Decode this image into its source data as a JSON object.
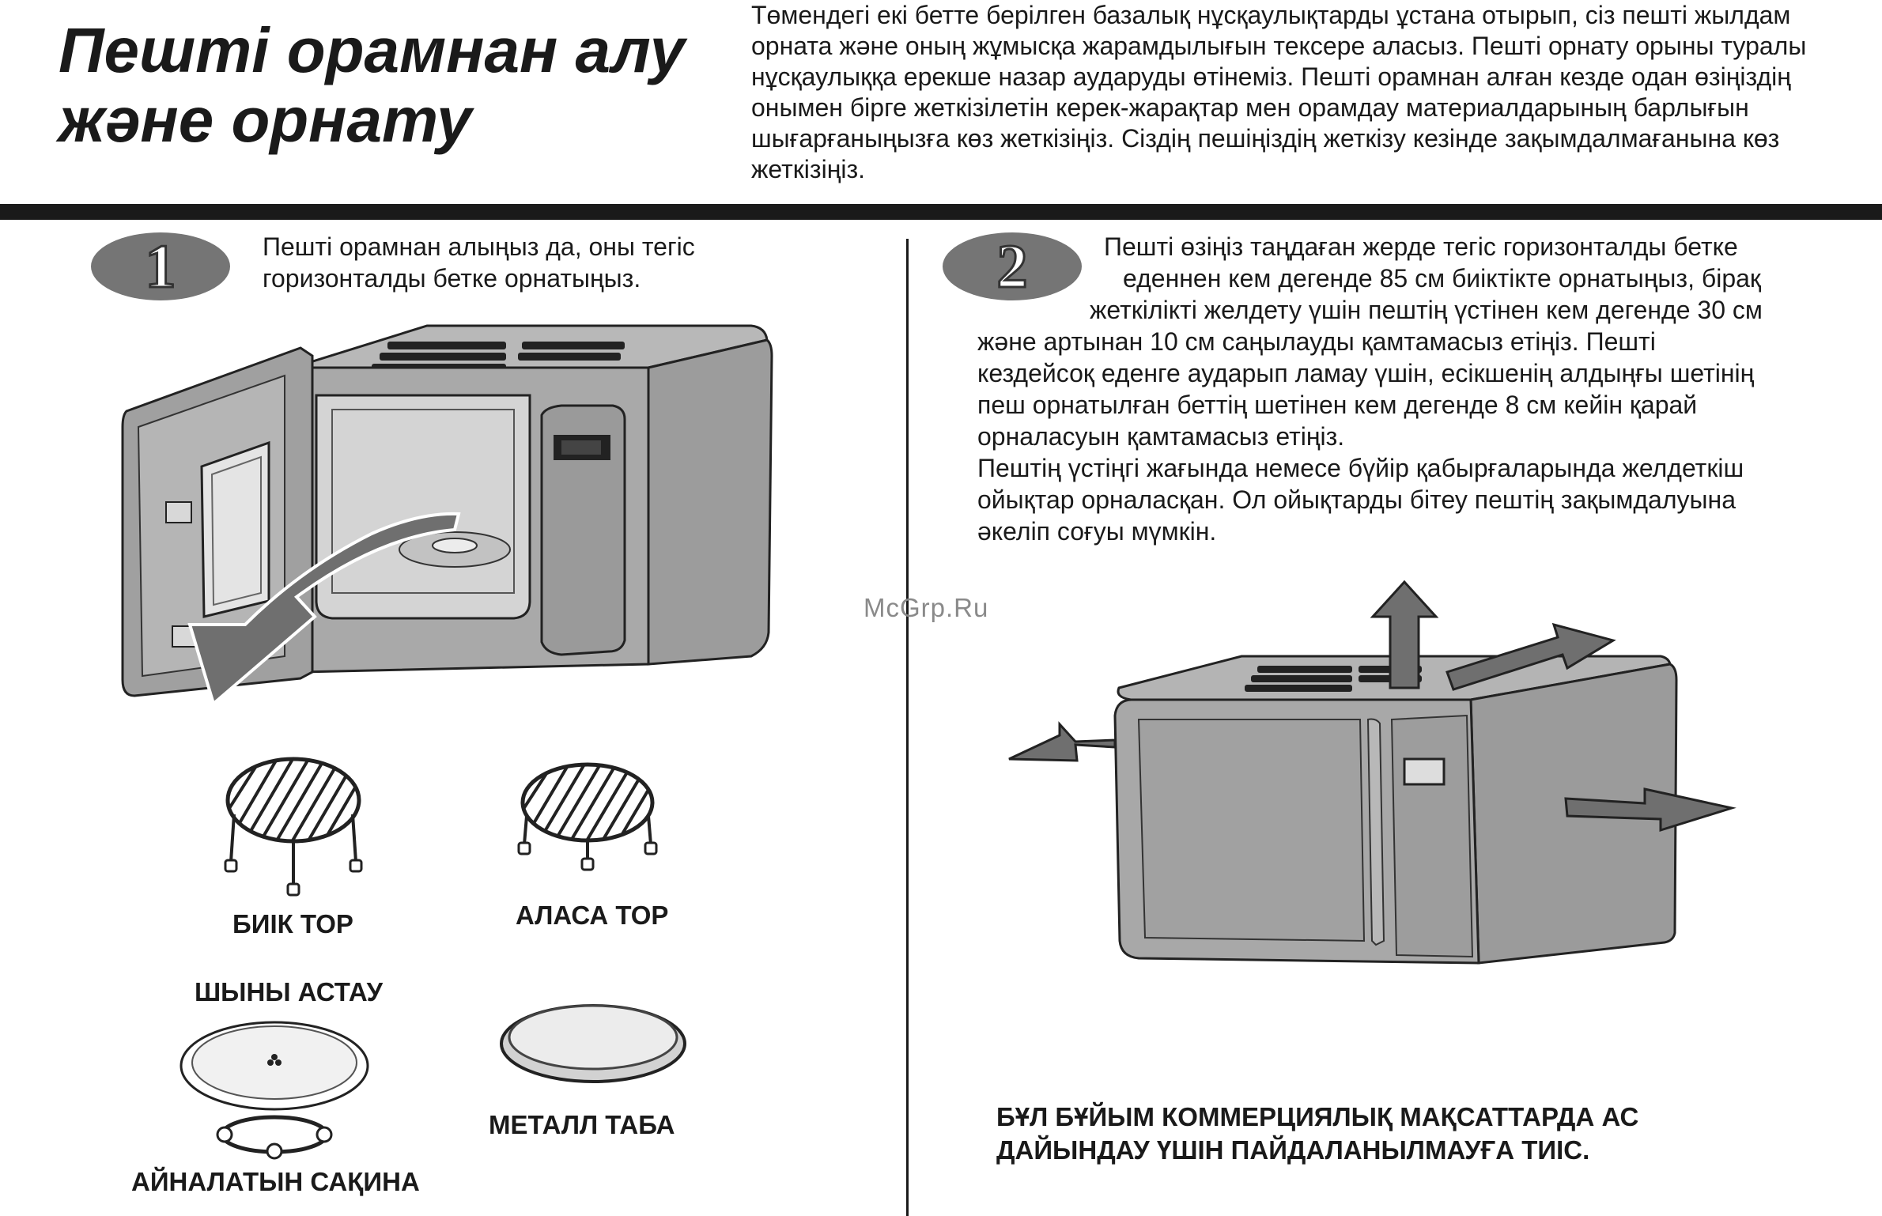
{
  "page": {
    "title_lines": [
      "Пешті орамнан алу",
      "және орнату"
    ],
    "intro": "Төмендегі екі бетте берілген базалық нұсқаулықтарды ұстана отырып, сіз пешті жылдам орната және оның жұмысқа жарамдылығын тексере аласыз. Пешті орнату орыны туралы нұсқаулыққа ерекше назар аударуды өтінеміз. Пешті орамнан алған кезде одан өзіңіздің онымен бірге жеткізілетін керек-жарақтар мен орамдау материалдарының барлығын шығарғаныңызға көз жеткізіңіз. Сіздің пешіңіздің жеткізу кезінде зақымдалмағанына көз жеткізіңіз."
  },
  "step1": {
    "number": "1",
    "text": "Пешті орамнан алыңыз да, оны тегіс горизонталды бетке орнатыңыз."
  },
  "step2": {
    "number": "2",
    "text_lines": [
      "Пешті өзіңіз таңдаған жерде тегіс горизонталды бетке",
      "еденнен кем дегенде 85 см биіктікте орнатыңыз, бірақ",
      "жеткілікті желдету үшін пештің үстінен кем дегенде 30 см",
      "және артынан 10 см саңылауды қамтамасыз етіңіз. Пешті",
      "кездейсоқ еденге аударып ламау үшін, есікшенің алдыңғы шетінің",
      "пеш орнатылған беттің шетінен кем дегенде 8 см кейін қарай",
      "орналасуын қамтамасыз етіңіз.",
      "Пештің үстіңгі жағында немесе бүйір қабырғаларында желдеткіш",
      "ойықтар орналасқан. Ол ойықтарды бітеу пештің зақымдалуына",
      "әкеліп соғуы мүмкін."
    ]
  },
  "accessories": {
    "high_rack": "БИІК ТОР",
    "low_rack": "АЛАСА ТОР",
    "glass_tray": "ШЫНЫ АСТАУ",
    "rotating_ring": "АЙНАЛАТЫН САҚИНА",
    "metal_pan": "МЕТАЛЛ ТАБА"
  },
  "warning_lines": [
    "БҰЛ БҰЙЫМ КОММЕРЦИЯЛЫҚ МАҚСАТТАРДА АС",
    "ДАЙЫНДАУ ҮШІН ПАЙДАЛАНЫЛМАУҒА ТИІС."
  ],
  "watermark": "McGrp.Ru",
  "colors": {
    "ink": "#1a1a1a",
    "badge_fill": "#757575",
    "oven_body": "#a9a9a9",
    "oven_light": "#d0d0d0",
    "arrow": "#6f6f6f",
    "watermark": "#8a8a8a"
  }
}
